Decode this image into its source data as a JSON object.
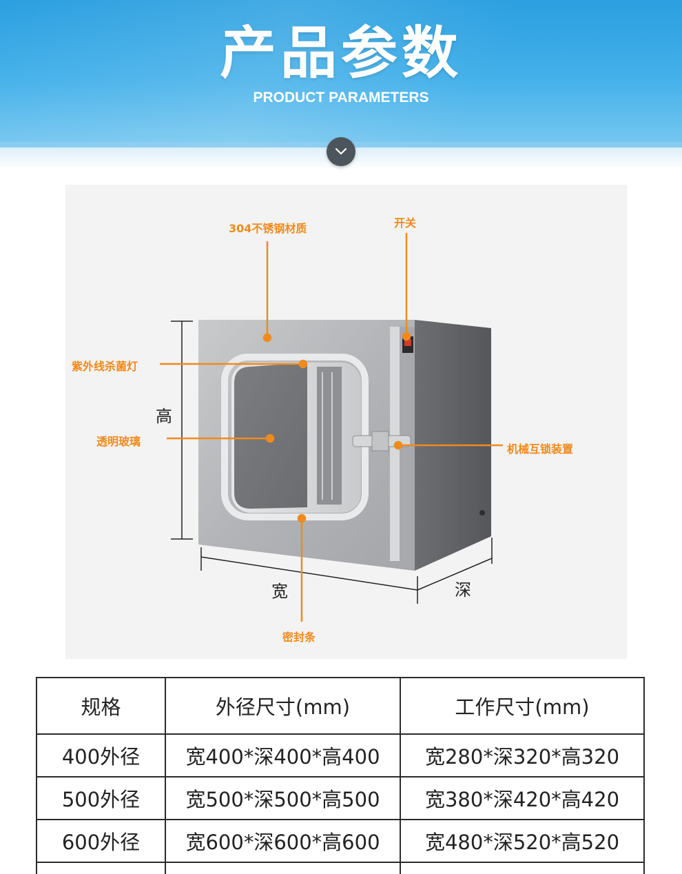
{
  "banner": {
    "title": "产品参数",
    "subtitle": "PRODUCT PARAMETERS"
  },
  "diagram": {
    "callouts": {
      "material": "304不锈钢材质",
      "switch": "开关",
      "uv_lamp": "紫外线杀菌灯",
      "glass": "透明玻璃",
      "interlock": "机械互锁装置",
      "seal": "密封条"
    },
    "dimensions": {
      "height": "高",
      "width": "宽",
      "depth": "深"
    },
    "colors": {
      "callout": "#f08a1c",
      "steel_front": "#b9babc",
      "steel_side": "#5e6064"
    }
  },
  "table": {
    "headers": [
      "规格",
      "外径尺寸(mm)",
      "工作尺寸(mm)"
    ],
    "rows": [
      [
        "400外径",
        "宽400*深400*高400",
        "宽280*深320*高320"
      ],
      [
        "500外径",
        "宽500*深500*高500",
        "宽380*深420*高420"
      ],
      [
        "600外径",
        "宽600*深600*高600",
        "宽480*深520*高520"
      ]
    ]
  }
}
